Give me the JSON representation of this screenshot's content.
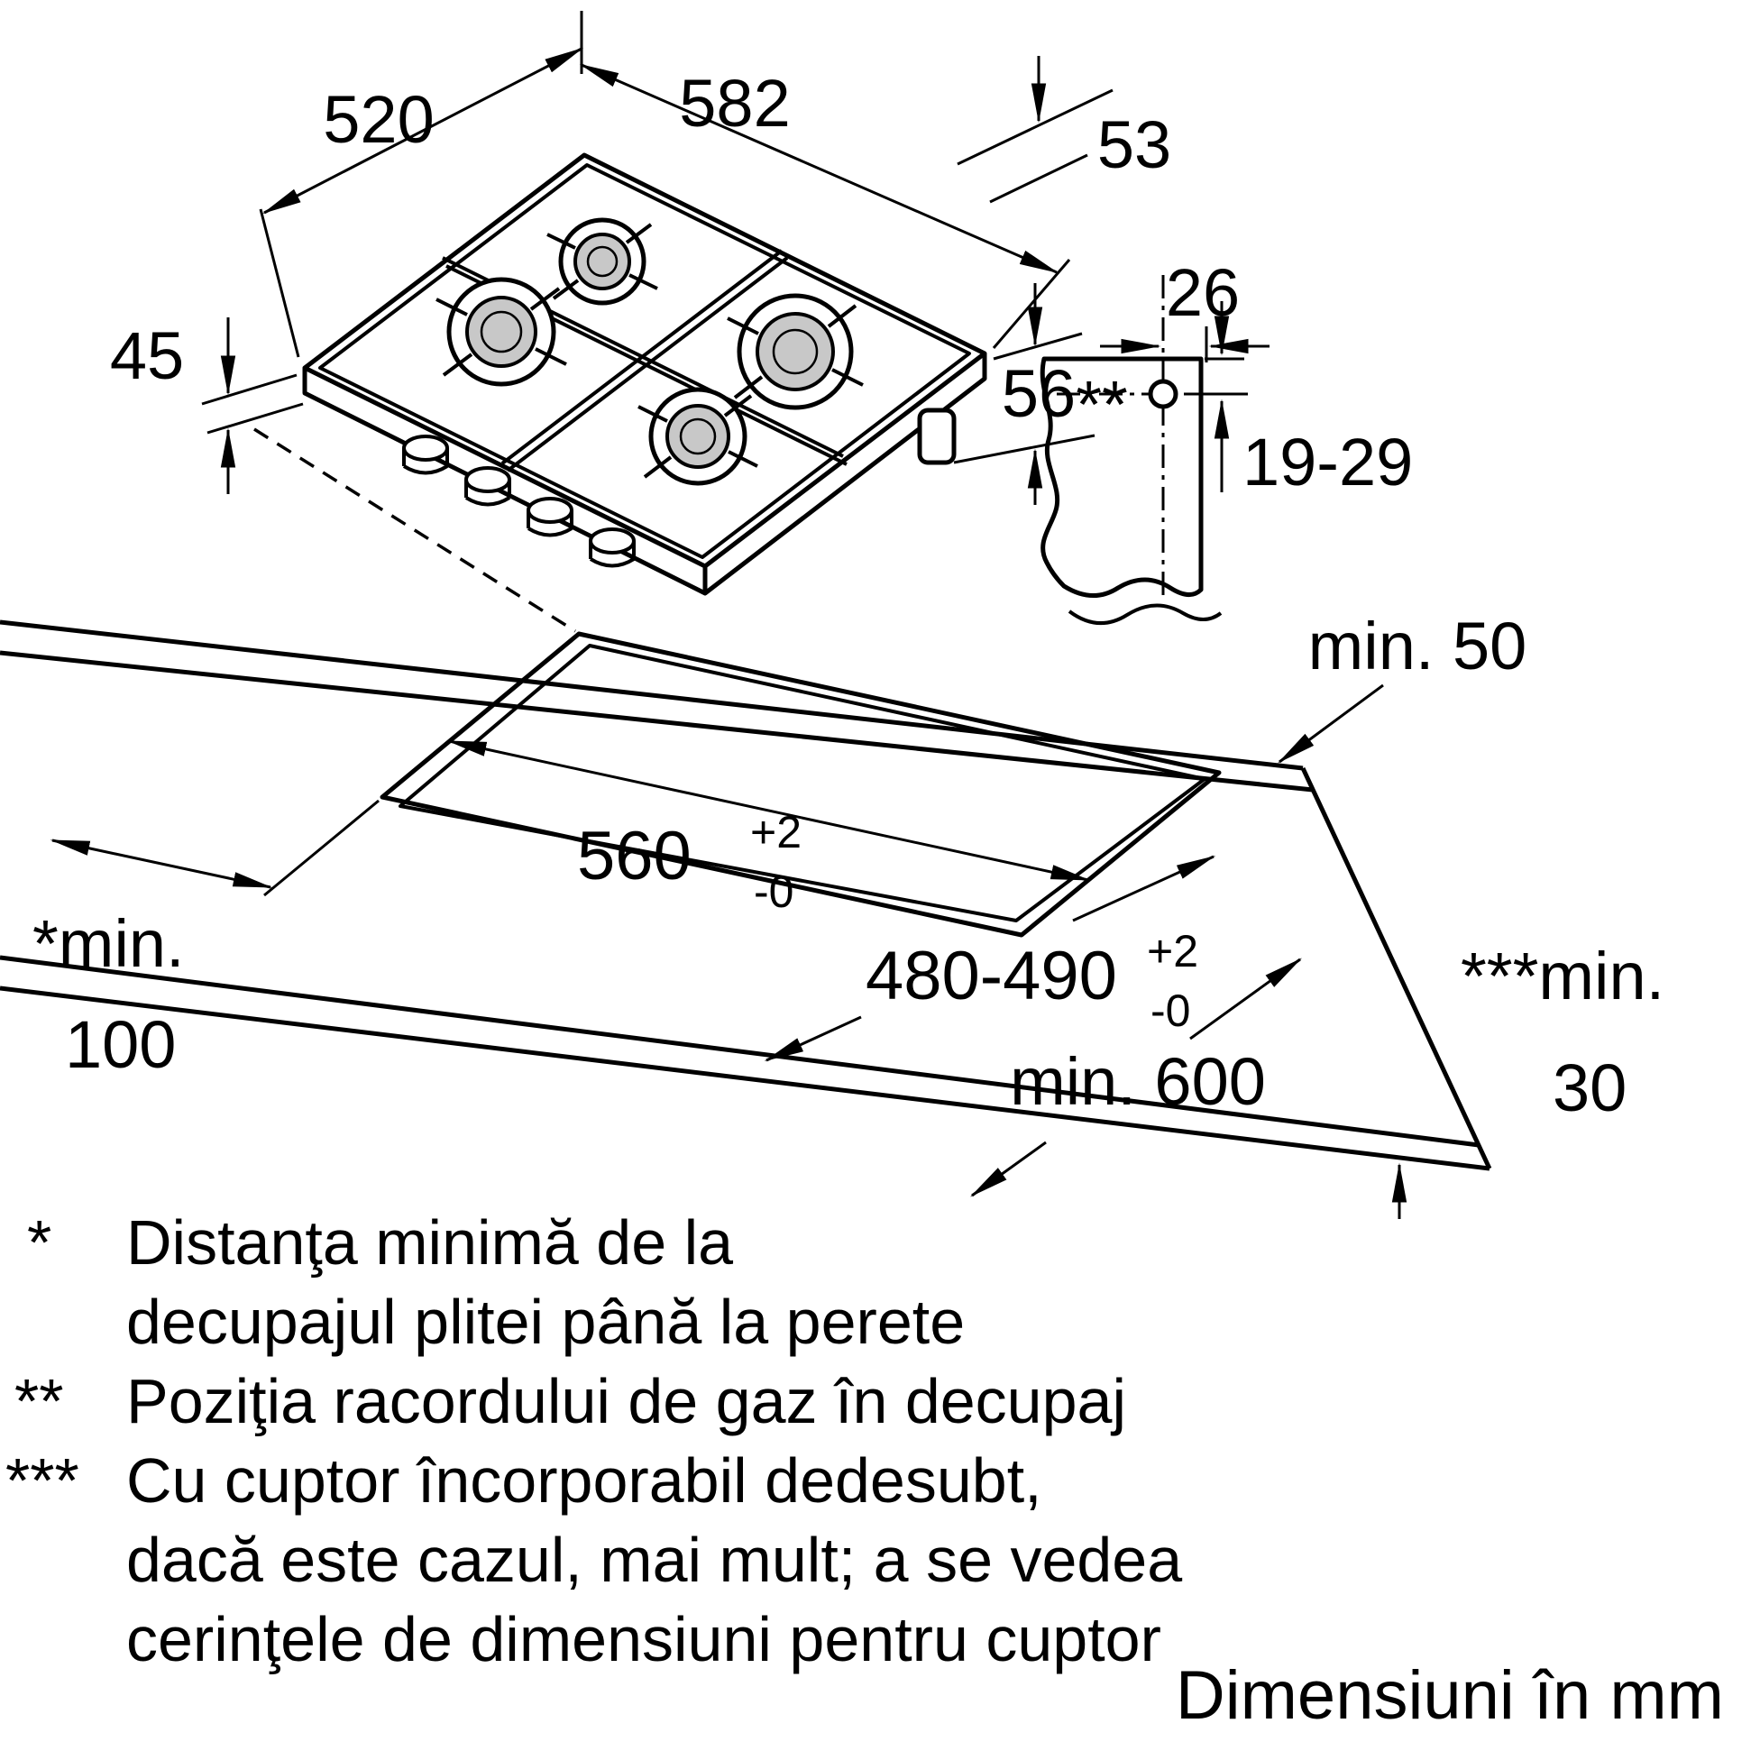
{
  "colors": {
    "line": "#000000",
    "burner_cap": "#c8c8c8",
    "background": "#ffffff"
  },
  "dims": {
    "hob_depth": "520",
    "hob_width": "582",
    "back_gap": "53",
    "front_height": "45",
    "side_height": "56",
    "gas_offset": "26",
    "gas_marker": "**",
    "gas_depth": "19-29",
    "cutout_width": "560",
    "cutout_width_tol_up": "+2",
    "cutout_width_tol_down": "-0",
    "cutout_depth": "480-490",
    "cutout_depth_tol_up": "+2",
    "cutout_depth_tol_down": "-0",
    "wall_back": "min. 50",
    "wall_left_line1": "*min.",
    "wall_left_line2": "100",
    "worktop_depth": "min. 600",
    "front_line1": "***min.",
    "front_line2": "30"
  },
  "footnotes": {
    "marker1": "*",
    "f1_line1": "Distanţa minimă de la",
    "f1_line2": "decupajul plitei până la perete",
    "marker2": "**",
    "f2_line1": "Poziţia racordului de gaz în decupaj",
    "marker3": "***",
    "f3_line1": "Cu cuptor încorporabil dedesubt,",
    "f3_line2": "dacă este cazul, mai mult; a se vedea",
    "f3_line3": "cerinţele de dimensiuni pentru cuptor"
  },
  "caption": "Dimensiuni în mm"
}
